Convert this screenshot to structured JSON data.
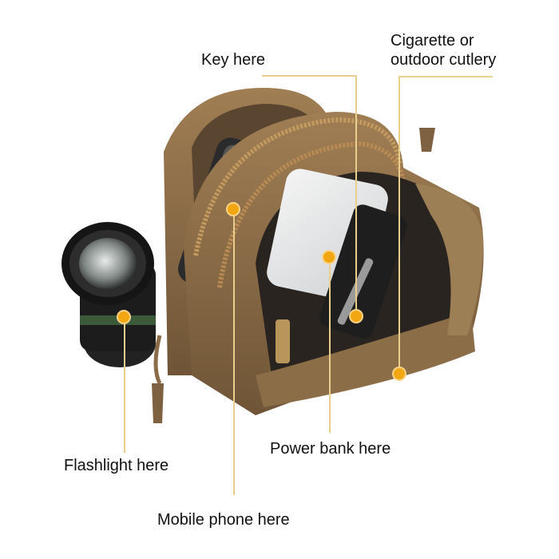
{
  "labels": {
    "key": "Key here",
    "cigarette_line1": "Cigarette or",
    "cigarette_line2": "outdoor cutlery",
    "flashlight": "Flashlight here",
    "power_bank": "Power bank here",
    "mobile_phone": "Mobile phone here"
  },
  "colors": {
    "dot": "#f2a712",
    "line": "#e8cf8e",
    "bag": "#8a6a43",
    "text": "#111111"
  }
}
